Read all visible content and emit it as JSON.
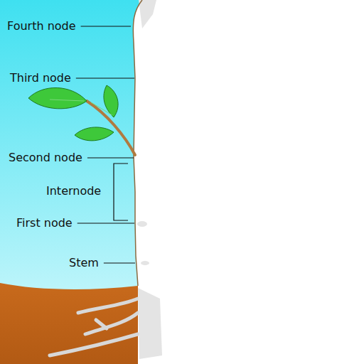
{
  "diagram": {
    "labels": [
      "Fourth node",
      "Third node",
      "Second node",
      "Internode",
      "First node",
      "Stem"
    ]
  }
}
